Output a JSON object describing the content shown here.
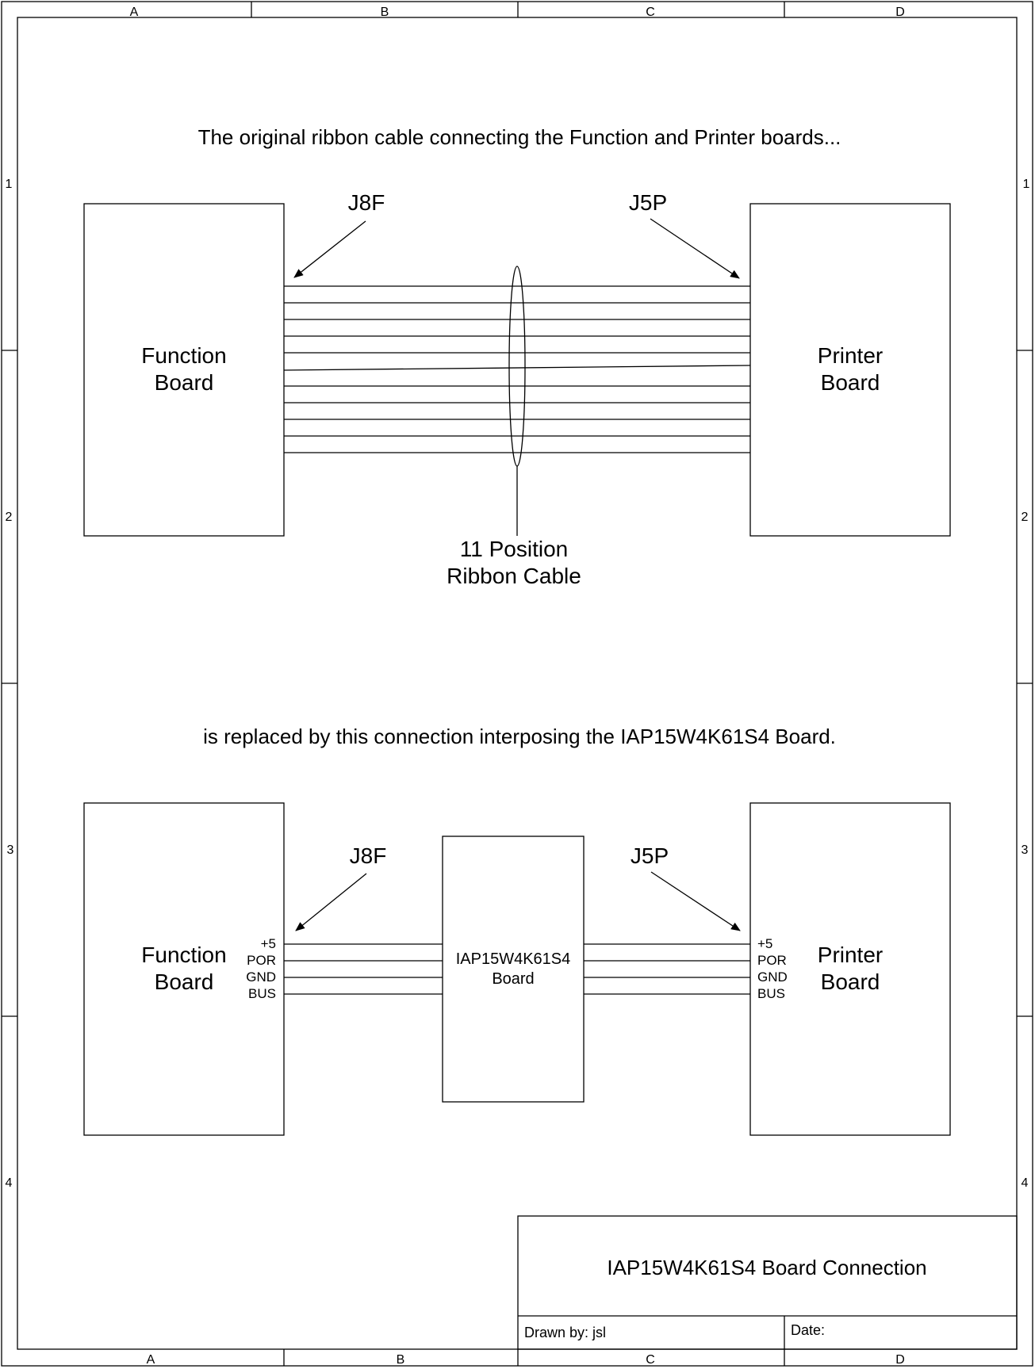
{
  "frame": {
    "columns": [
      "A",
      "B",
      "C",
      "D"
    ],
    "rows": [
      "1",
      "2",
      "3",
      "4"
    ]
  },
  "top": {
    "caption": "The original ribbon cable connecting the Function and Printer boards...",
    "left_board": {
      "line1": "Function",
      "line2": "Board"
    },
    "right_board": {
      "line1": "Printer",
      "line2": "Board"
    },
    "left_connector": "J8F",
    "right_connector": "J5P",
    "cable_label": {
      "line1": "11 Position",
      "line2": "Ribbon Cable"
    }
  },
  "bottom": {
    "caption": "is replaced by this connection interposing the IAP15W4K61S4 Board.",
    "left_board": {
      "line1": "Function",
      "line2": "Board"
    },
    "right_board": {
      "line1": "Printer",
      "line2": "Board"
    },
    "middle_board": {
      "line1": "IAP15W4K61S4",
      "line2": "Board"
    },
    "left_connector": "J8F",
    "right_connector": "J5P",
    "signals": [
      "+5",
      "POR",
      "GND",
      "BUS"
    ]
  },
  "title_block": {
    "title": "IAP15W4K61S4 Board Connection",
    "drawn_by": "Drawn by: jsl",
    "date": "Date:"
  }
}
